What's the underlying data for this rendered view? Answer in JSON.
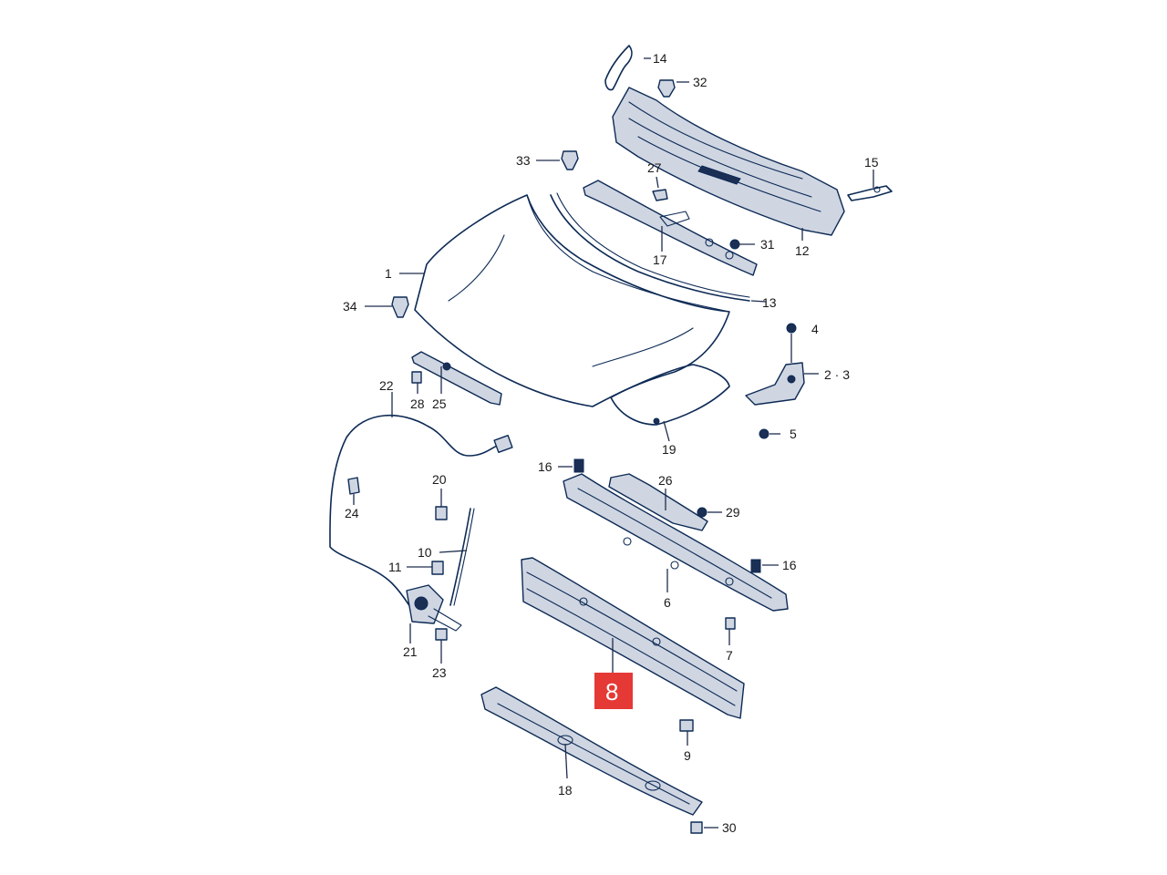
{
  "diagram": {
    "highlighted_part": "8",
    "callouts": {
      "c1": "1",
      "c2_3": "2 · 3",
      "c4": "4",
      "c5": "5",
      "c6": "6",
      "c7": "7",
      "c8": "8",
      "c9": "9",
      "c10": "10",
      "c11": "11",
      "c12": "12",
      "c13": "13",
      "c14": "14",
      "c15": "15",
      "c16a": "16",
      "c16b": "16",
      "c17": "17",
      "c18": "18",
      "c19": "19",
      "c20": "20",
      "c21": "21",
      "c22": "22",
      "c23": "23",
      "c24": "24",
      "c25": "25",
      "c26": "26",
      "c27": "27",
      "c28": "28",
      "c29": "29",
      "c30": "30",
      "c31": "31",
      "c32": "32",
      "c33": "33",
      "c34": "34"
    },
    "colors": {
      "line": "#0d2a55",
      "highlight": "#e53935",
      "background": "#ffffff"
    }
  }
}
